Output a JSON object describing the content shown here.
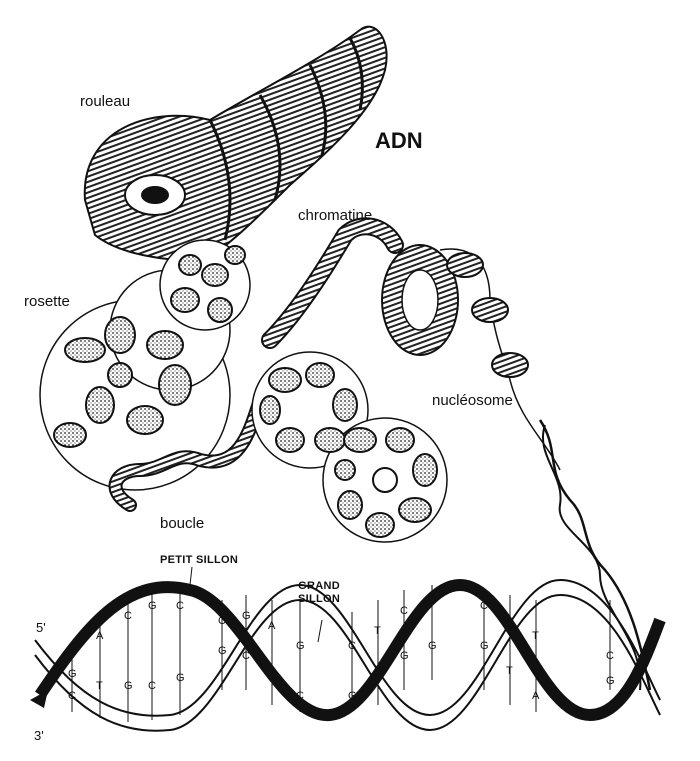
{
  "title": "ADN",
  "labels": {
    "rouleau": "rouleau",
    "chromatine": "chromatine",
    "rosette": "rosette",
    "nucleosome": "nucléosome",
    "boucle": "boucle",
    "petit_sillon": "PETIT SILLON",
    "grand_sillon_1": "GRAND",
    "grand_sillon_2": "SILLON",
    "five_prime": "5'",
    "three_prime": "3'"
  },
  "base_pairs": [
    {
      "top": "G",
      "bottom": "C"
    },
    {
      "top": "A",
      "bottom": "T"
    },
    {
      "top": "C",
      "bottom": "G"
    },
    {
      "top": "G",
      "bottom": "C"
    },
    {
      "top": "C",
      "bottom": "G"
    },
    {
      "top": "C",
      "bottom": "G"
    },
    {
      "top": "G",
      "bottom": "C"
    },
    {
      "top": "A",
      "bottom": "T"
    },
    {
      "top": "G",
      "bottom": "C"
    },
    {
      "top": "C",
      "bottom": "G"
    },
    {
      "top": "T",
      "bottom": "A"
    },
    {
      "top": "C",
      "bottom": "G"
    },
    {
      "top": "C",
      "bottom": "G"
    },
    {
      "top": "C",
      "bottom": "G"
    },
    {
      "top": "A",
      "bottom": "T"
    },
    {
      "top": "T",
      "bottom": "A"
    },
    {
      "top": "C",
      "bottom": "G"
    }
  ],
  "colors": {
    "ink": "#111111",
    "paper": "#ffffff"
  }
}
